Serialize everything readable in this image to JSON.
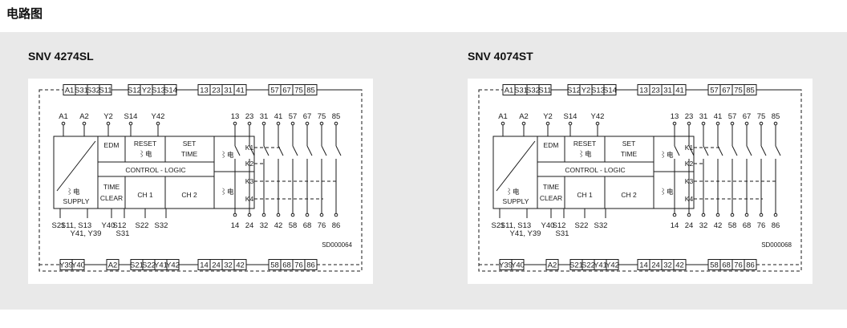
{
  "page": {
    "title": "电路图"
  },
  "diagrams": [
    {
      "model": "SNV 4274SL",
      "top_terminals": [
        [
          "A1",
          "S31",
          "S32",
          "S11"
        ],
        [
          "S12",
          "Y2",
          "S13",
          "S14"
        ],
        [
          "13",
          "23",
          "31",
          "41"
        ],
        [
          "57",
          "67",
          "75",
          "85"
        ]
      ],
      "bottom_terminals": [
        [
          "Y39",
          "Y40"
        ],
        [
          "A2"
        ],
        [
          "S21",
          "S22",
          "Y41",
          "Y42"
        ],
        [
          "14",
          "24",
          "32",
          "42"
        ],
        [
          "58",
          "68",
          "76",
          "86"
        ]
      ],
      "top_labels": [
        "A1",
        "A2",
        "Y2",
        "S14",
        "Y42"
      ],
      "contact_top": [
        "13",
        "23",
        "31",
        "41",
        "57",
        "67",
        "75",
        "85"
      ],
      "contact_bottom": [
        "14",
        "24",
        "32",
        "42",
        "58",
        "68",
        "76",
        "86"
      ],
      "bottom_labels": [
        "S21",
        "S11, S13",
        "Y41, Y39",
        "Y40",
        "S12",
        "S31",
        "S22",
        "S32"
      ],
      "blocks": {
        "edm": "EDM",
        "reset": "RESET",
        "set": "SET",
        "time": "TIME",
        "logic": "CONTROL - LOGIC",
        "time2": "TIME",
        "clear": "CLEAR",
        "ch1": "CH 1",
        "ch2": "CH 2",
        "supply": "SUPPLY",
        "relay_sym": "⌇电"
      },
      "relays": [
        "K1",
        "K2",
        "K3",
        "K4"
      ],
      "code": "SD000064"
    },
    {
      "model": "SNV 4074ST",
      "top_terminals": [
        [
          "A1",
          "S31",
          "S32",
          "S11"
        ],
        [
          "S12",
          "Y2",
          "S13",
          "S14"
        ],
        [
          "13",
          "23",
          "31",
          "41"
        ],
        [
          "57",
          "67",
          "75",
          "85"
        ]
      ],
      "bottom_terminals": [
        [
          "Y39",
          "Y40"
        ],
        [
          "A2"
        ],
        [
          "S21",
          "S22",
          "Y41",
          "Y42"
        ],
        [
          "14",
          "24",
          "32",
          "42"
        ],
        [
          "58",
          "68",
          "76",
          "86"
        ]
      ],
      "top_labels": [
        "A1",
        "A2",
        "Y2",
        "S14",
        "Y42"
      ],
      "contact_top": [
        "13",
        "23",
        "31",
        "41",
        "57",
        "67",
        "75",
        "85"
      ],
      "contact_bottom": [
        "14",
        "24",
        "32",
        "42",
        "58",
        "68",
        "76",
        "86"
      ],
      "bottom_labels": [
        "S21",
        "S11, S13",
        "Y41, Y39",
        "Y40",
        "S12",
        "S31",
        "S22",
        "S32"
      ],
      "blocks": {
        "edm": "EDM",
        "reset": "RESET",
        "set": "SET",
        "time": "TIME",
        "logic": "CONTROL - LOGIC",
        "time2": "TIME",
        "clear": "CLEAR",
        "ch1": "CH 1",
        "ch2": "CH 2",
        "supply": "SUPPLY",
        "relay_sym": "⌇电"
      },
      "relays": [
        "K1",
        "K2",
        "K3",
        "K4"
      ],
      "code": "SD000068"
    }
  ]
}
